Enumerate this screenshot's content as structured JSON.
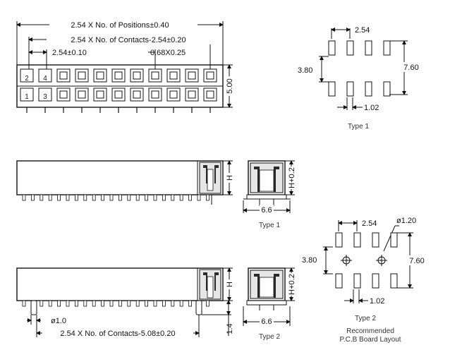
{
  "top_view": {
    "dim_positions": "2.54 X No. of Positions±0.40",
    "dim_contacts": "2.54 X No. of Contacts-2.54±0.20",
    "dim_pitch": "2.54±0.10",
    "dim_pin": "0.68X0.25",
    "dim_height": "5.00",
    "pin_labels": [
      "2",
      "4",
      "1",
      "3"
    ]
  },
  "type1_layout": {
    "dim_pitch": "2.54",
    "dim_row": "3.80",
    "dim_outer": "7.60",
    "dim_pad": "1.02",
    "caption": "Type 1"
  },
  "side_type1": {
    "dim_h": "H",
    "dim_h2": "H+0.2",
    "dim_width": "6.6",
    "caption": "Type 1"
  },
  "side_type2": {
    "dim_h": "H",
    "dim_h2": "H+0.2",
    "dim_width": "6.6",
    "dim_peg": "ø1.0",
    "dim_contacts": "2.54 X No. of Contacts-5.08±0.20",
    "dim_peg_len": "1.4",
    "caption": "Type 2"
  },
  "type2_layout": {
    "dim_pitch": "2.54",
    "dim_hole": "ø1.20",
    "dim_row": "3.80",
    "dim_outer": "7.60",
    "dim_pad": "1.02",
    "caption": "Type 2",
    "footer_line1": "Recommended",
    "footer_line2": "P.C.B Board Layout"
  }
}
